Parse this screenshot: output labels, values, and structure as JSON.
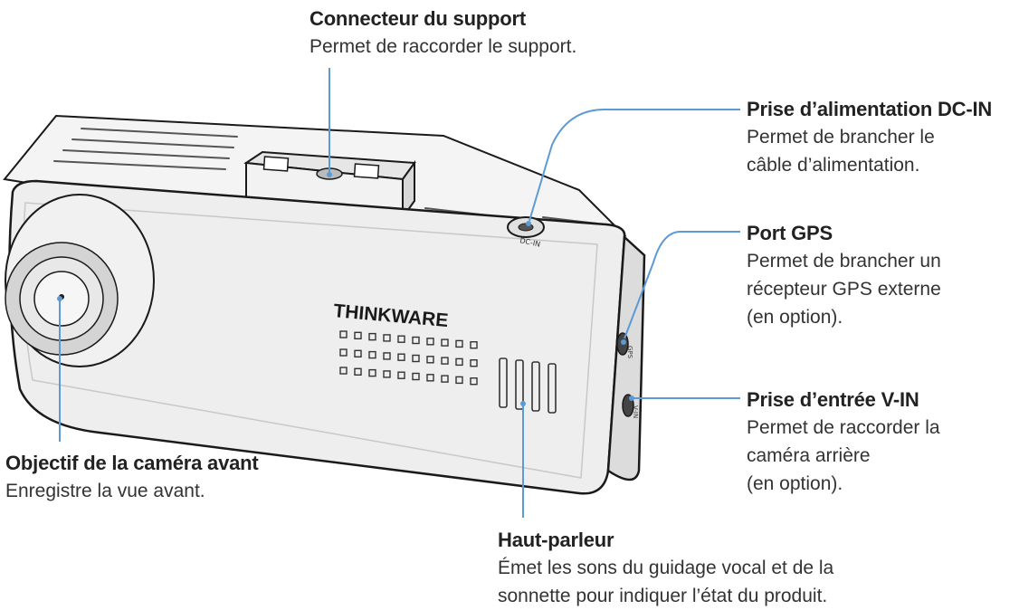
{
  "brand": {
    "logo_text": "THINKWARE",
    "dc_label": "DC-IN",
    "gps_label": "GPS",
    "vin_label": "V-IN"
  },
  "colors": {
    "leader_line": "#5b9bd5",
    "body_fill": "#eeeeee",
    "outline": "#1a1a1a"
  },
  "callouts": {
    "support": {
      "title": "Connecteur du support",
      "lines": [
        "Permet de raccorder le support."
      ]
    },
    "dcin": {
      "title": "Prise d’alimentation DC-IN",
      "lines": [
        "Permet de brancher le",
        "câble d’alimentation."
      ]
    },
    "gps": {
      "title": "Port GPS",
      "lines": [
        "Permet de brancher un",
        "récepteur GPS externe",
        "(en option)."
      ]
    },
    "vin": {
      "title": "Prise d’entrée V-IN",
      "lines": [
        "Permet de raccorder la",
        "caméra arrière",
        "(en option)."
      ]
    },
    "lens": {
      "title": "Objectif de la caméra avant",
      "lines": [
        "Enregistre la vue avant."
      ]
    },
    "speaker": {
      "title": "Haut-parleur",
      "lines": [
        "Émet les sons du guidage vocal et de la",
        "sonnette pour indiquer l’état du produit."
      ]
    }
  }
}
